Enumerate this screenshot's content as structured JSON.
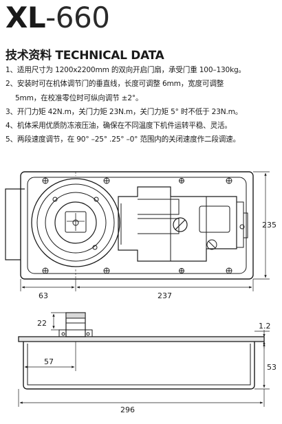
{
  "model": {
    "prefix": "XL",
    "suffix": "-660"
  },
  "heading": "技术资料 TECHNICAL DATA",
  "specs": [
    "1、适用尺寸为 1200x2200mm 的双向开启门扇，承受门重 100–130kg。",
    "2、安装时可在机体调节门的垂直线，长度可调整 6mm，宽度可调整",
    "5mm，在校准零位时可纵向调节 ±2°。",
    "3、开门力矩 42N.m，关门力矩 23N.m，关门力矩 5° 时不低于 23N.m。",
    "4、机体采用优质防冻液压油，确保在不同温度下机件运转平稳、灵活。",
    "5、两段速度调节，在 90° –25° .25° –0° 范围内的关闭速度作二段调速。"
  ],
  "dimensions": {
    "top_height": "235",
    "top_left_width": "63",
    "top_right_width": "237",
    "spindle_height": "22",
    "plate_thickness": "1.2",
    "body_depth": "53",
    "spindle_offset": "57",
    "total_length": "296"
  }
}
